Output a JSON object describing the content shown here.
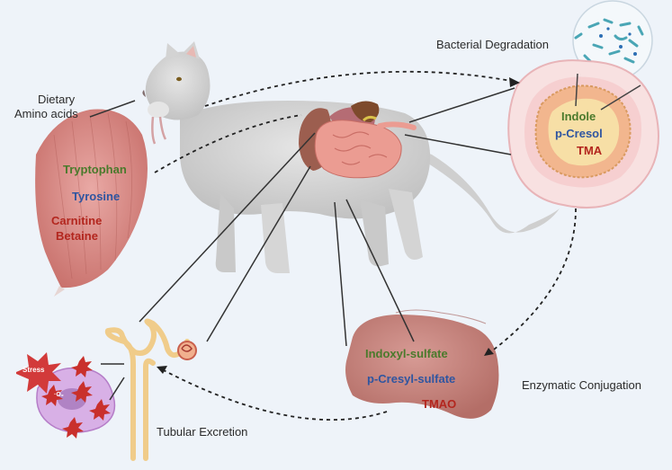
{
  "labels": {
    "dietary": "Dietary",
    "amino_acids": "Amino acids",
    "bacterial_degradation": "Bacterial Degradation",
    "enzymatic_conjugation": "Enzymatic Conjugation",
    "tubular_excretion": "Tubular Excretion"
  },
  "muscle_compounds": {
    "tryptophan": "Tryptophan",
    "tyrosine": "Tyrosine",
    "carnitine": "Carnitine",
    "betaine": "Betaine"
  },
  "gut_metabolites": {
    "indole": "Indole",
    "p_cresol": "p-Cresol",
    "tma": "TMA"
  },
  "liver_metabolites": {
    "indoxyl_sulfate": "Indoxyl-sulfate",
    "p_cresyl_sulfate": "p-Cresyl-sulfate",
    "tmao": "TMAO"
  },
  "cell": {
    "stress": "Stress",
    "ros": "·O₂"
  },
  "colors": {
    "background": "#eef3f9",
    "green": "#4a7a2c",
    "blue": "#2f55a0",
    "red": "#b3261e"
  }
}
